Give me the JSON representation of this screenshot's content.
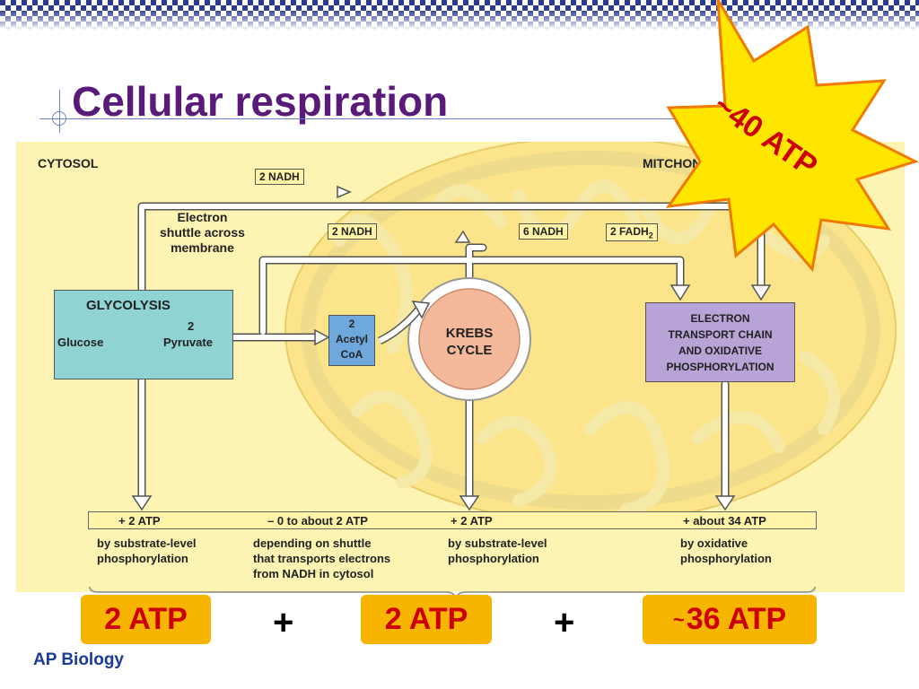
{
  "slide": {
    "title": "Cellular respiration",
    "footer": "AP Biology",
    "starburst": "~40 ATP"
  },
  "diagram": {
    "cytosol_label": "CYTOSOL",
    "mitochondrion_label": "MITCHONDRION",
    "shuttle_label_lines": [
      "Electron",
      "shuttle across",
      "membrane"
    ],
    "glycolysis": {
      "title": "GLYCOLYSIS",
      "glucose": "Glucose",
      "pyruvate_count": "2",
      "pyruvate": "Pyruvate"
    },
    "acetyl_coa": {
      "count": "2",
      "line1": "Acetyl",
      "line2": "CoA"
    },
    "krebs": {
      "line1": "KREBS",
      "line2": "CYCLE"
    },
    "etc": {
      "lines": [
        "ELECTRON",
        "TRANSPORT CHAIN",
        "AND OXIDATIVE",
        "PHOSPHORYLATION"
      ]
    },
    "nadh_tags": {
      "shuttle": "2 NADH",
      "pyruvate": "2 NADH",
      "krebs": "6 NADH",
      "fadh": "2 FADH",
      "fadh_sub": "2"
    },
    "totals": [
      {
        "yield": "+ 2 ATP",
        "desc": [
          "by substrate-level",
          "phosphorylation"
        ]
      },
      {
        "yield": "– 0 to about 2 ATP",
        "desc": [
          "depending on shuttle",
          "that transports electrons",
          "from NADH in cytosol"
        ]
      },
      {
        "yield": "+ 2 ATP",
        "desc": [
          "by substrate-level",
          "phosphorylation"
        ]
      },
      {
        "yield": "+ about 34 ATP",
        "desc": [
          "by oxidative",
          "phosphorylation"
        ]
      }
    ]
  },
  "summary": {
    "box1": "2 ATP",
    "plus1": "+",
    "box2": "2 ATP",
    "plus2": "+",
    "box3_prefix": "~",
    "box3": "36 ATP"
  },
  "colors": {
    "title": "#5a1a7a",
    "diagram_bg": "#fdf3b3",
    "mitochondrion": "#fbe48a",
    "glycolysis_box": "#8fd3d3",
    "krebs_circle": "#f4b89a",
    "etc_box": "#b7a3d6",
    "summary_box": "#f7b500",
    "summary_text": "#cc0000",
    "starburst": "#ffe600",
    "footer": "#1a3a9a"
  }
}
